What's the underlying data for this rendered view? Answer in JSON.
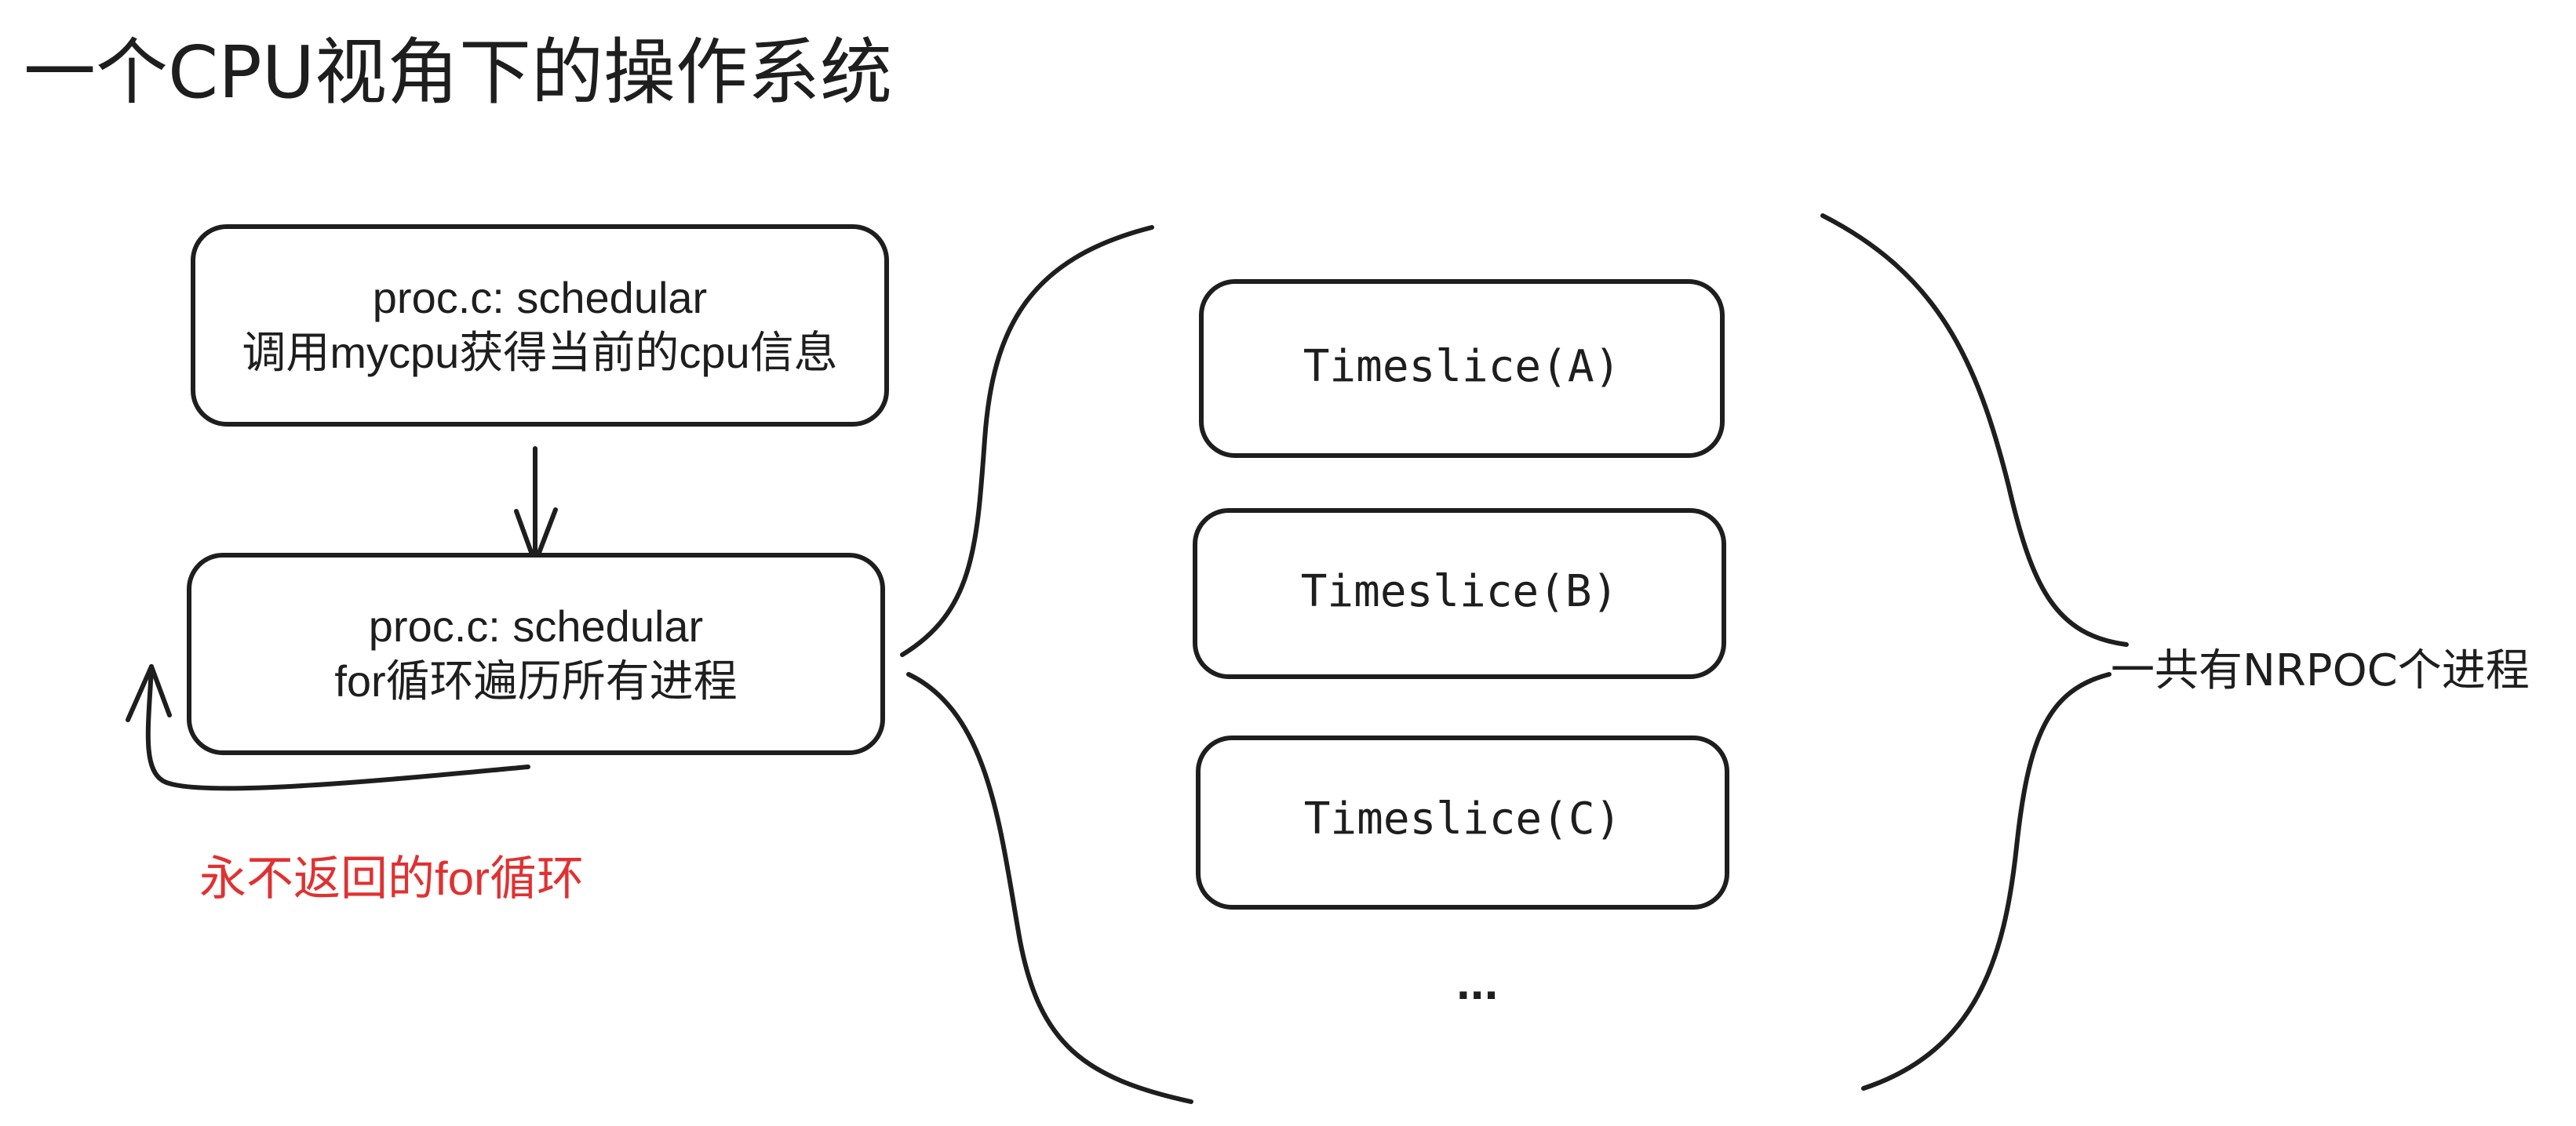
{
  "title": "一个CPU视角下的操作系统",
  "nodes": {
    "mycpu": {
      "line1": "proc.c: schedular",
      "line2": "调用mycpu获得当前的cpu信息"
    },
    "loop": {
      "line1": "proc.c: schedular",
      "line2": "for循环遍历所有进程"
    }
  },
  "loop_label": {
    "text": "永不返回的for循环",
    "color": "#e03131"
  },
  "timeslices": [
    "Timeslice(A)",
    "Timeslice(B)",
    "Timeslice(C)"
  ],
  "ellipsis": "...",
  "process_count_label": "一共有NRPOC个进程",
  "colors": {
    "stroke": "#1e1e1e",
    "background": "#ffffff"
  }
}
